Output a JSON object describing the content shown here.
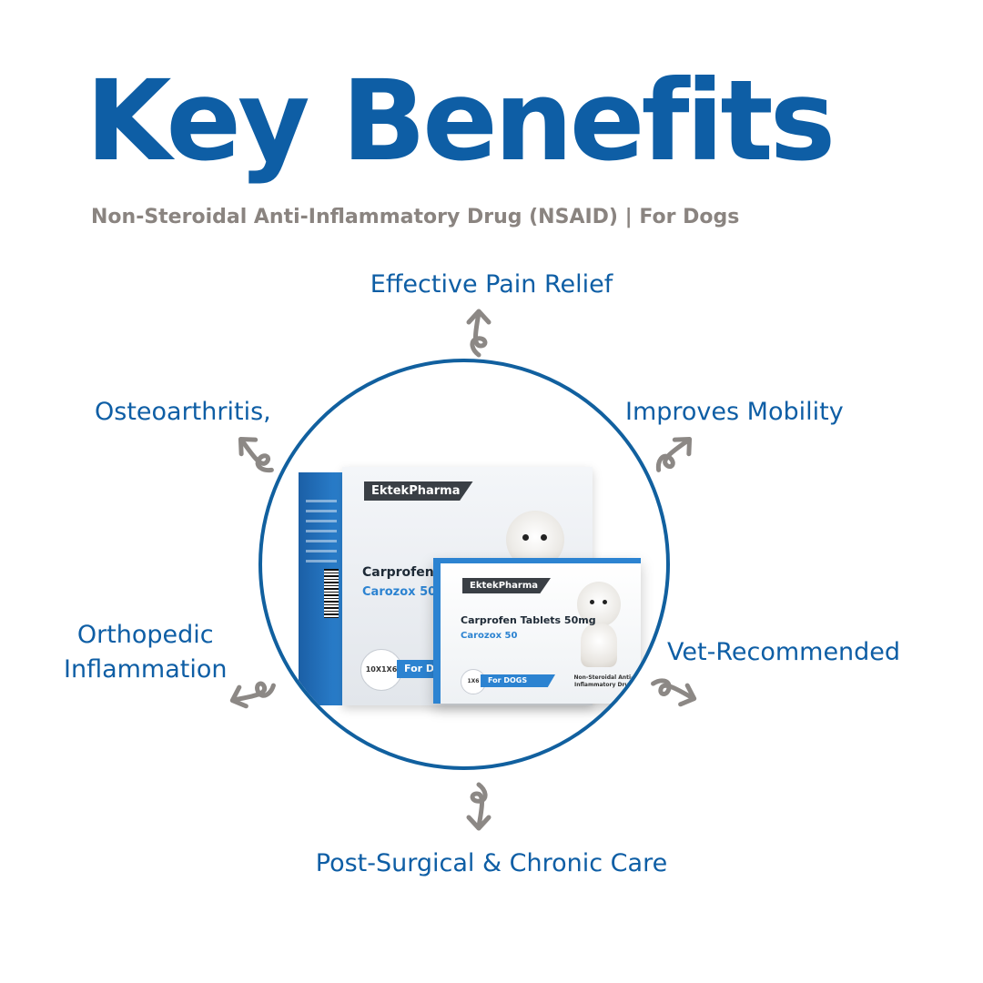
{
  "header": {
    "title": "Key Benefits",
    "subtitle": "Non-Steroidal Anti-Inflammatory Drug (NSAID) | For Dogs"
  },
  "benefits": {
    "pain_relief": "Effective Pain Relief",
    "osteoarthritis": "Osteoarthritis,",
    "mobility": "Improves Mobility",
    "orthopedic_line1": "Orthopedic",
    "orthopedic_line2": "Inflammation",
    "vet": "Vet-Recommended",
    "post_surgical": "Post-Surgical & Chronic Care"
  },
  "product": {
    "brand": "EktekPharma",
    "big_name": "Carprofen Tabl",
    "big_brand": "Carozox 50",
    "big_count": "10X1X6",
    "big_for": "For DOGS",
    "small_name": "Carprofen Tablets 50mg",
    "small_brand": "Carozox 50",
    "small_count": "1X6",
    "small_for": "For DOGS",
    "small_note": "Non-Steroidal Anti-Inflammatory Drug"
  },
  "icons": {
    "arrow": "curly-arrow-icon",
    "dog": "dog-photo"
  },
  "colors": {
    "primary_blue": "#0e5ea5",
    "gray_text": "#8a8480",
    "arrow_gray": "#8c8885",
    "circle_border": "#11609f",
    "box_blue": "#2c83d1",
    "tag_dark": "#3a3f45"
  }
}
